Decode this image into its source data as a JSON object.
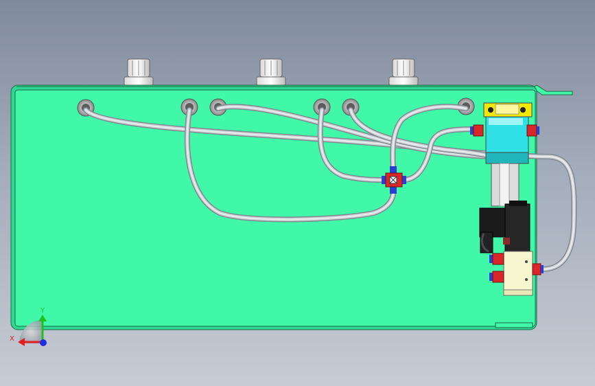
{
  "viewport": {
    "background_top": "#7f8a9c",
    "background_bottom": "#c6cbd4"
  },
  "colors": {
    "panel_face": "#41f7a8",
    "panel_edge": "#1f6a4a",
    "tube": "#c8ccd2",
    "fitting_red": "#d8262a",
    "fitting_blue": "#2a3fd0",
    "valve_body": "#f6f6cf",
    "solenoid": "#1c1c1c",
    "cylinder_yellow": "#f2e900",
    "cylinder_cyan": "#2fe0e6"
  },
  "model": {
    "knobs": [
      "knob-left",
      "knob-middle",
      "knob-right"
    ],
    "grommets_count": 6,
    "tee_fitting": "cross-fitting",
    "valve": "solenoid-valve",
    "cylinder": "air-cylinder"
  },
  "triad": {
    "x_label": "X",
    "y_label": "Y",
    "x_color": "#e02020",
    "y_color": "#20c020",
    "z_color": "#2030e0"
  }
}
